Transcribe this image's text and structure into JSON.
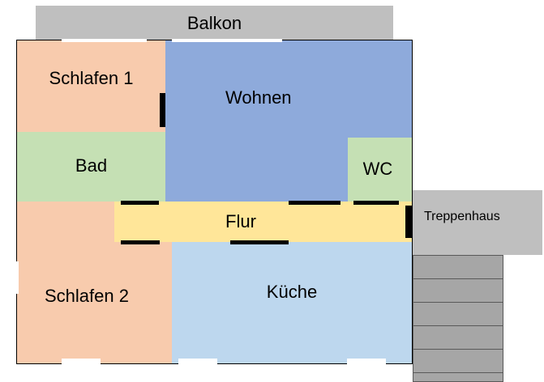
{
  "rooms": {
    "balkon": {
      "label": "Balkon",
      "color": "#bfbfbf"
    },
    "schlafen1": {
      "label": "Schlafen 1",
      "color": "#f8cbad"
    },
    "wohnen": {
      "label": "Wohnen",
      "color": "#8eaadb"
    },
    "bad": {
      "label": "Bad",
      "color": "#c5e0b4"
    },
    "wc": {
      "label": "WC",
      "color": "#c5e0b4"
    },
    "flur": {
      "label": "Flur",
      "color": "#ffe699"
    },
    "treppenhaus": {
      "label": "Treppenhaus",
      "color": "#bfbfbf"
    },
    "schlafen2": {
      "label": "Schlafen 2",
      "color": "#f8cbad"
    },
    "kueche": {
      "label": "Küche",
      "color": "#bdd7ee"
    }
  },
  "colors": {
    "wall": "#000000",
    "stairs": "#a6a6a6",
    "window": "#ffffff"
  }
}
